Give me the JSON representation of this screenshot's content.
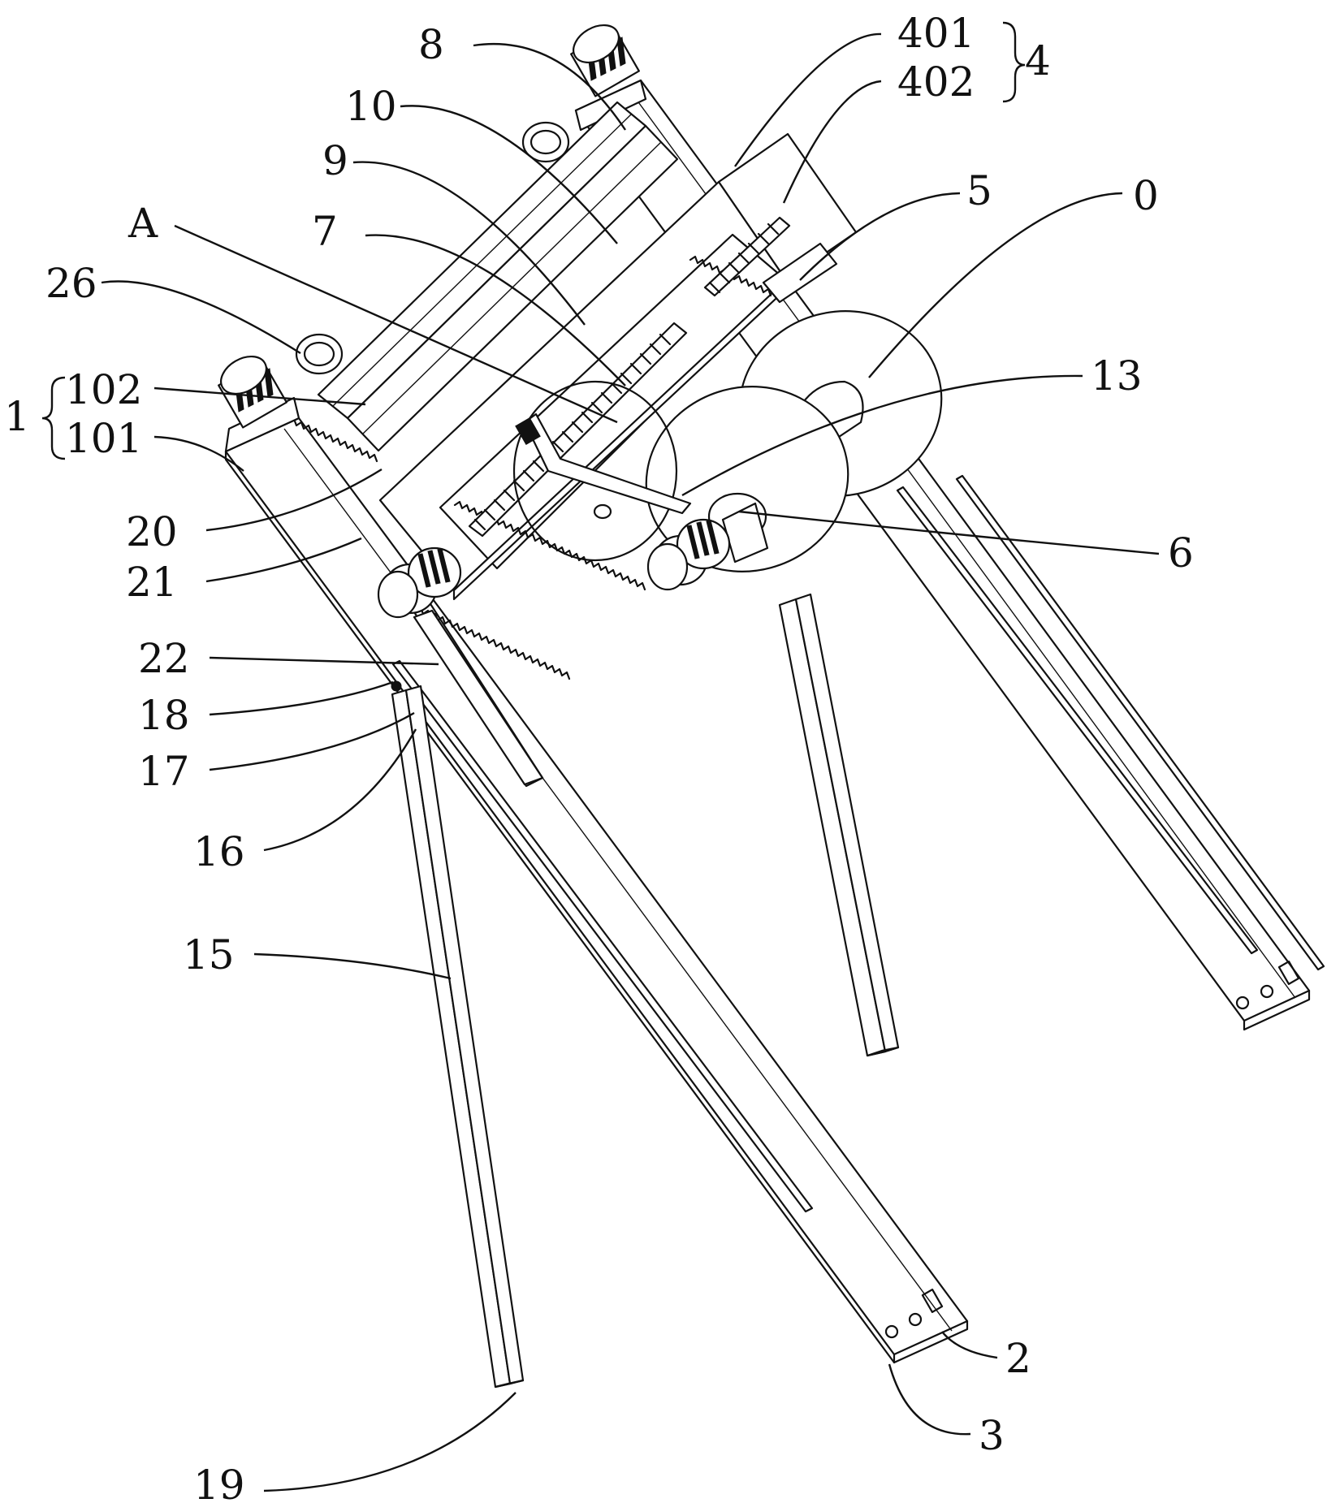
{
  "labels": {
    "l8": "8",
    "l401": "401",
    "l402": "402",
    "l4": "4",
    "l10": "10",
    "l9": "9",
    "l5": "5",
    "l0": "0",
    "lA": "A",
    "l7": "7",
    "l26": "26",
    "l13": "13",
    "l1": "1",
    "l102": "102",
    "l101": "101",
    "l20": "20",
    "l6": "6",
    "l21": "21",
    "l22": "22",
    "l18": "18",
    "l17": "17",
    "l16": "16",
    "l15": "15",
    "l2": "2",
    "l3": "3",
    "l19": "19"
  }
}
